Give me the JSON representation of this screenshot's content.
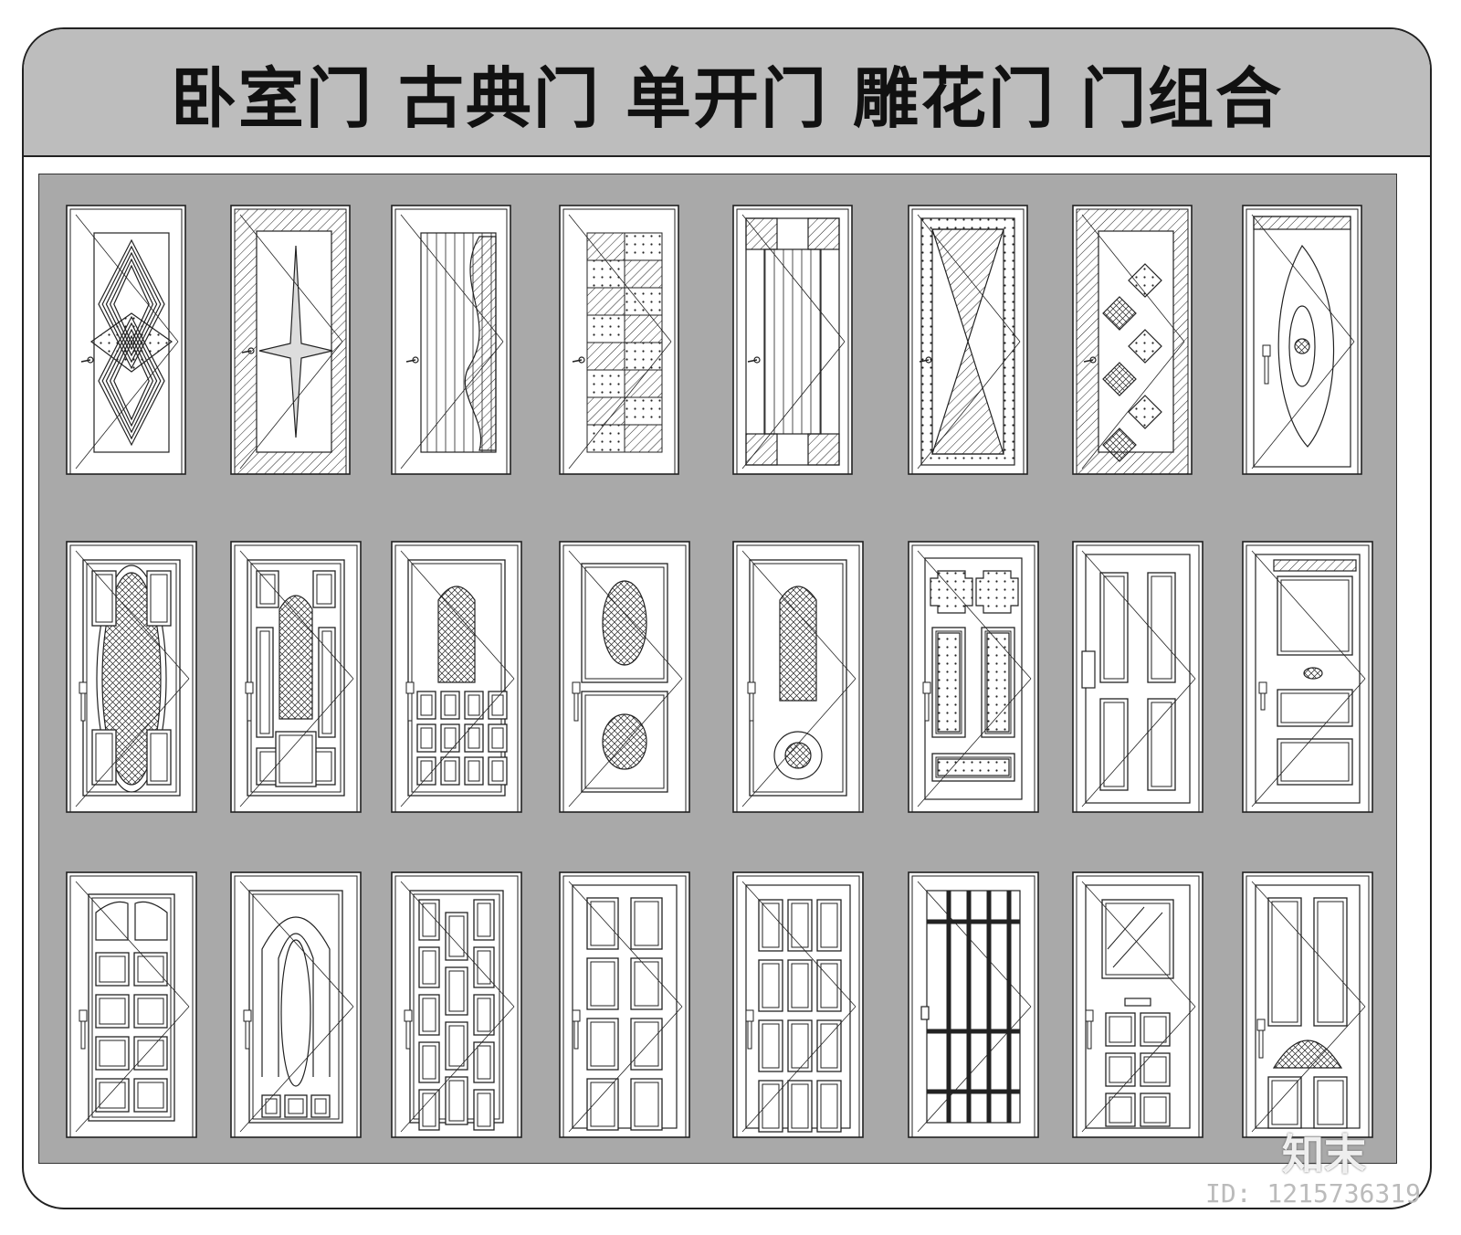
{
  "title": "卧室门 古典门 单开门 雕花门 门组合",
  "watermark": {
    "logo_text": "知末",
    "id_text": "ID: 1215736319"
  },
  "colors": {
    "title_band": "#bdbdbd",
    "panel_background": "#a9a9a9",
    "door_fill": "#ffffff",
    "line": "#222222"
  },
  "rows": [
    {
      "doors": [
        {
          "style": "diamond-panel",
          "icon": "modern-door-icon"
        },
        {
          "style": "star-inlay",
          "icon": "modern-door-icon"
        },
        {
          "style": "wave-stripe",
          "icon": "modern-door-icon"
        },
        {
          "style": "checker-block",
          "icon": "modern-door-icon"
        },
        {
          "style": "vertical-stripe-corners",
          "icon": "modern-door-icon"
        },
        {
          "style": "hourglass-dotted",
          "icon": "modern-door-icon"
        },
        {
          "style": "diamond-chain",
          "icon": "modern-door-icon"
        },
        {
          "style": "leaf-carving",
          "icon": "modern-door-icon"
        }
      ]
    },
    {
      "doors": [
        {
          "style": "oval-carved-arch",
          "icon": "classic-door-icon"
        },
        {
          "style": "arched-carved-slim",
          "icon": "classic-door-icon"
        },
        {
          "style": "arched-carved-grid",
          "icon": "classic-door-icon"
        },
        {
          "style": "two-panel-oval-scroll",
          "icon": "classic-door-icon"
        },
        {
          "style": "arched-rosette",
          "icon": "classic-door-icon"
        },
        {
          "style": "cross-speckle",
          "icon": "classic-door-icon"
        },
        {
          "style": "four-panel-arched",
          "icon": "classic-door-icon"
        },
        {
          "style": "cornice-three-panel",
          "icon": "classic-door-icon"
        }
      ]
    },
    {
      "doors": [
        {
          "style": "arch-ten-panel",
          "icon": "panel-door-icon"
        },
        {
          "style": "nested-arch",
          "icon": "panel-door-icon"
        },
        {
          "style": "vertical-slots",
          "icon": "panel-door-icon"
        },
        {
          "style": "eight-panel",
          "icon": "panel-door-icon"
        },
        {
          "style": "twelve-panel",
          "icon": "panel-door-icon"
        },
        {
          "style": "lattice-grid",
          "icon": "panel-door-icon"
        },
        {
          "style": "glass-top-six-panel",
          "icon": "panel-door-icon"
        },
        {
          "style": "fan-carving-tall",
          "icon": "panel-door-icon"
        }
      ]
    }
  ]
}
